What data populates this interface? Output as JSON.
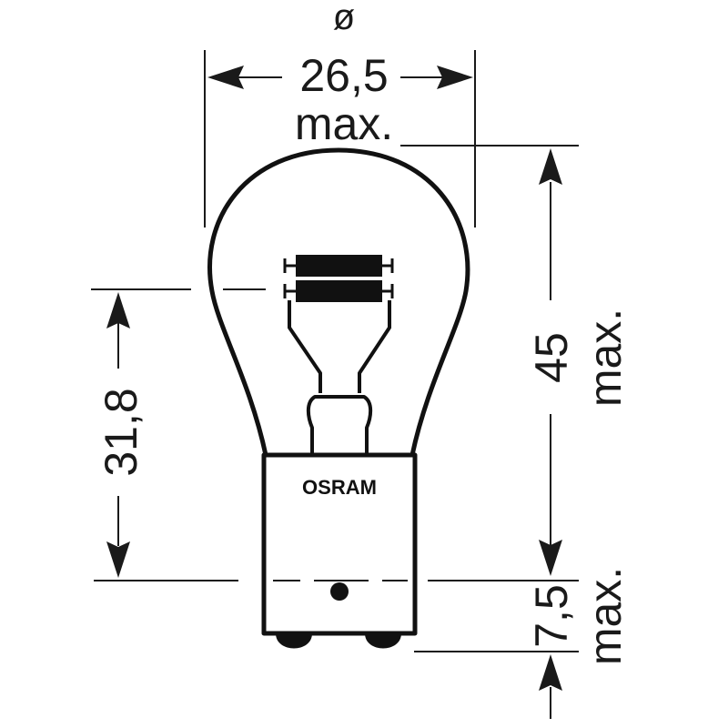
{
  "dimensions": {
    "diameter_symbol": "ø",
    "diameter_value": "26,5",
    "diameter_qualifier": "max.",
    "length_value": "45",
    "length_qualifier": "max.",
    "center_height_value": "31,8",
    "base_value": "7,5",
    "base_qualifier": "max."
  },
  "brand_label": "OSRAM",
  "colors": {
    "line": "#1a1a1a",
    "background": "#ffffff"
  }
}
